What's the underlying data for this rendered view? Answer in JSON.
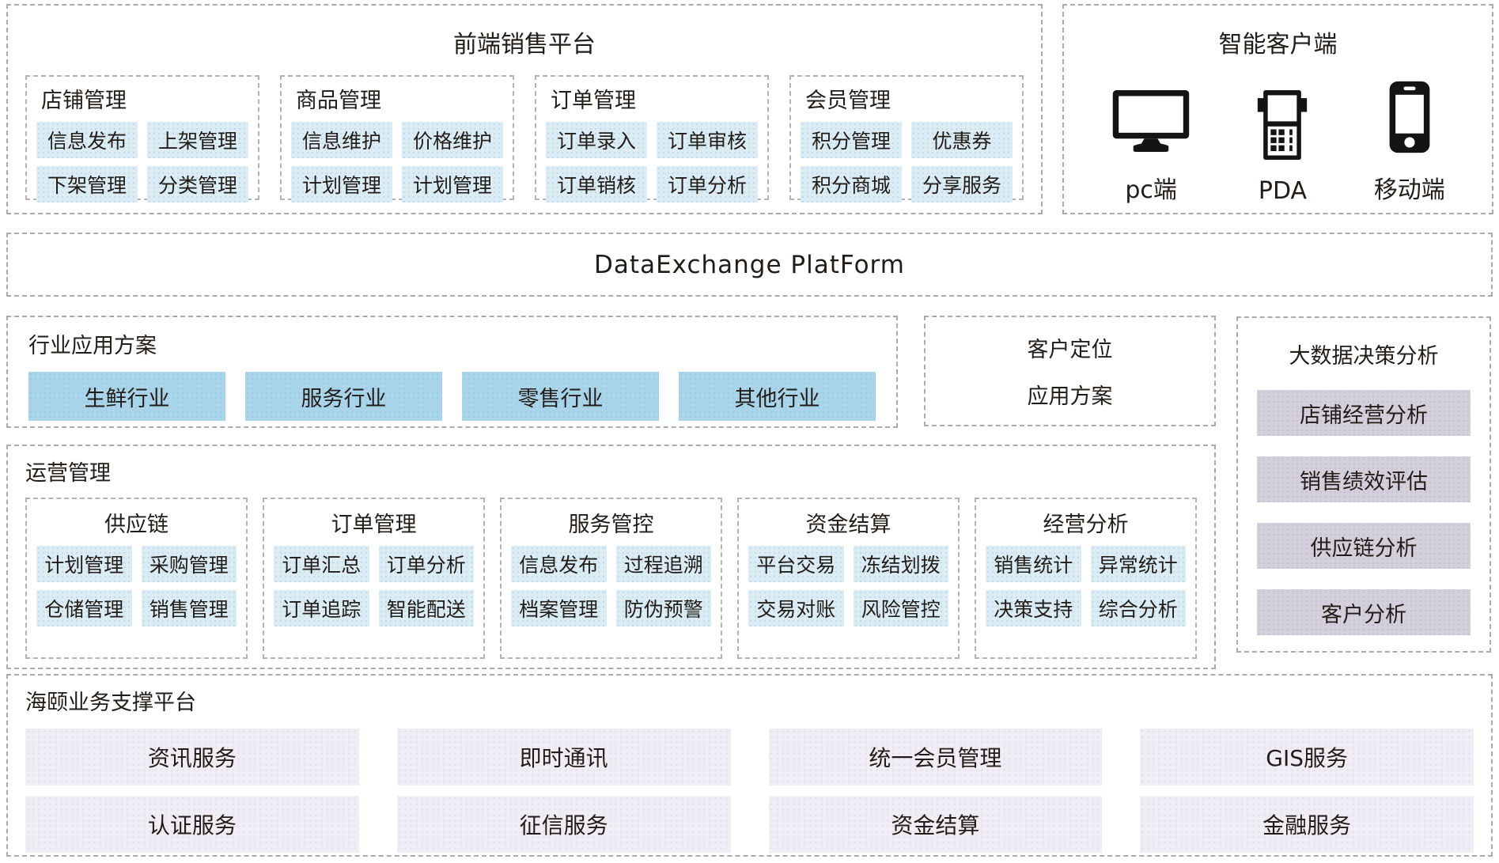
{
  "frontend_platform": {
    "title": "前端销售平台",
    "groups": [
      {
        "title": "店铺管理",
        "items": [
          "信息发布",
          "上架管理",
          "下架管理",
          "分类管理"
        ]
      },
      {
        "title": "商品管理",
        "items": [
          "信息维护",
          "价格维护",
          "计划管理",
          "计划管理"
        ]
      },
      {
        "title": "订单管理",
        "items": [
          "订单录入",
          "订单审核",
          "订单销核",
          "订单分析"
        ]
      },
      {
        "title": "会员管理",
        "items": [
          "积分管理",
          "优惠券",
          "积分商城",
          "分享服务"
        ]
      }
    ]
  },
  "smart_client": {
    "title": "智能客户端",
    "devices": [
      {
        "label": "pc端",
        "icon": "desktop-monitor-icon"
      },
      {
        "label": "PDA",
        "icon": "pda-device-icon"
      },
      {
        "label": "移动端",
        "icon": "smartphone-icon"
      }
    ]
  },
  "data_exchange": {
    "title": "DataExchange PlatForm"
  },
  "industry_solutions": {
    "title": "行业应用方案",
    "items": [
      "生鲜行业",
      "服务行业",
      "零售行业",
      "其他行业"
    ]
  },
  "customer_positioning": {
    "line1": "客户定位",
    "line2": "应用方案"
  },
  "bigdata_analysis": {
    "title": "大数据决策分析",
    "items": [
      "店铺经营分析",
      "销售绩效评估",
      "供应链分析",
      "客户分析"
    ]
  },
  "operations": {
    "title": "运营管理",
    "groups": [
      {
        "title": "供应链",
        "items": [
          "计划管理",
          "采购管理",
          "仓储管理",
          "销售管理"
        ]
      },
      {
        "title": "订单管理",
        "items": [
          "订单汇总",
          "订单分析",
          "订单追踪",
          "智能配送"
        ]
      },
      {
        "title": "服务管控",
        "items": [
          "信息发布",
          "过程追溯",
          "档案管理",
          "防伪预警"
        ]
      },
      {
        "title": "资金结算",
        "items": [
          "平台交易",
          "冻结划拨",
          "交易对账",
          "风险管控"
        ]
      },
      {
        "title": "经营分析",
        "items": [
          "销售统计",
          "异常统计",
          "决策支持",
          "综合分析"
        ]
      }
    ]
  },
  "support_platform": {
    "title": "海颐业务支撑平台",
    "items": [
      "资讯服务",
      "即时通讯",
      "统一会员管理",
      "GIS服务",
      "认证服务",
      "征信服务",
      "资金结算",
      "金融服务"
    ]
  },
  "colors": {
    "chip_blue": "#dcecf5",
    "industry_blue": "#aad4ea",
    "analysis_lavender": "#d3d0dc",
    "support_lavender": "#f0edf4",
    "dashed_border": "#ababab",
    "text": "#221c18"
  }
}
